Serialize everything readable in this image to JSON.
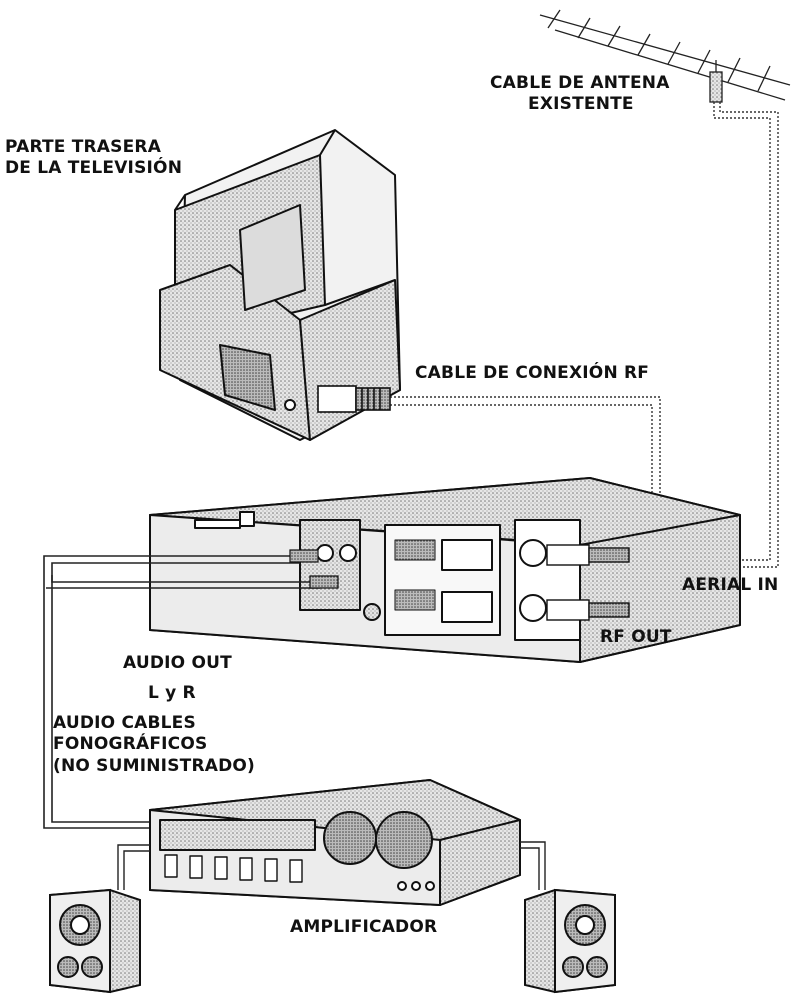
{
  "labels": {
    "antenna_cable": [
      "CABLE DE ANTENA",
      "EXISTENTE"
    ],
    "tv_back": [
      "PARTE TRASERA",
      "DE LA TELEVISIÓN"
    ],
    "rf_cable": "CABLE DE CONEXIÓN RF",
    "aerial_in": "AERIAL IN",
    "rf_out": "RF OUT",
    "audio_out": "AUDIO OUT",
    "l_y_r": "L y R",
    "audio_cables": [
      "AUDIO CABLES",
      "FONOGRÁFICOS",
      "(NO SUMINISTRADO)"
    ],
    "amplifier": "AMPLIFICADOR"
  },
  "colors": {
    "line": "#1a1a1a",
    "shade": "#cfcfcf",
    "paper": "#ffffff"
  }
}
